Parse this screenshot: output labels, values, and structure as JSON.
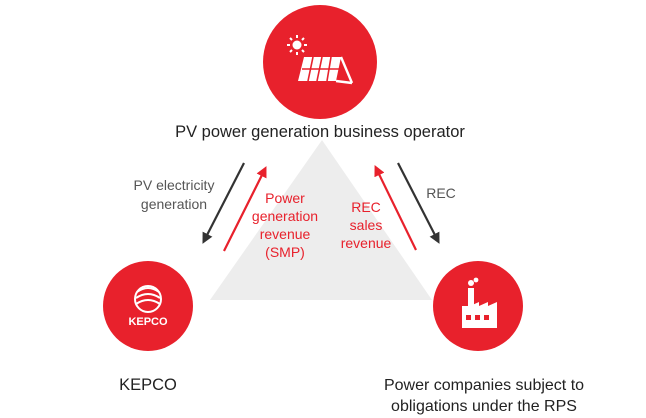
{
  "colors": {
    "accent": "#e8212c",
    "triangle_fill": "#ededed",
    "dark_arrow": "#333333",
    "label_gray": "#555555",
    "label_dark": "#222222",
    "icon_white": "#ffffff"
  },
  "icons": {
    "top": "solar-panel-icon",
    "left": "kepco-logo-icon",
    "right": "factory-icon"
  },
  "nodes": {
    "top": {
      "label": "PV power generation business operator"
    },
    "left": {
      "label": "KEPCO",
      "logo_text": "KEPCO"
    },
    "right": {
      "label_line1": "Power companies subject to",
      "label_line2": "obligations under the RPS"
    }
  },
  "flows": {
    "pv_electricity": {
      "line1": "PV electricity",
      "line2": "generation"
    },
    "generation_revenue": {
      "line1": "Power",
      "line2": "generation",
      "line3": "revenue",
      "line4": "(SMP)"
    },
    "rec_sales_revenue": {
      "line1": "REC",
      "line2": "sales",
      "line3": "revenue"
    },
    "rec": {
      "label": "REC"
    }
  }
}
